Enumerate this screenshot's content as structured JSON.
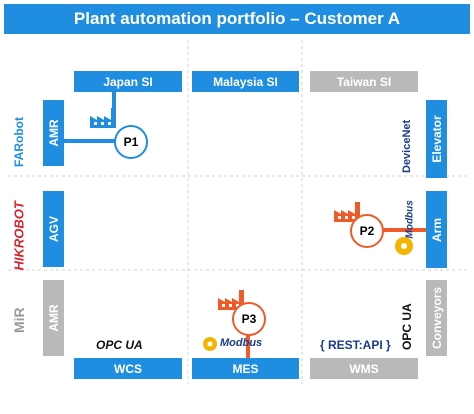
{
  "title": "Plant automation portfolio – Customer A",
  "columns": [
    "Japan SI",
    "Malaysia SI",
    "Taiwan SI"
  ],
  "left_rows": [
    "AMR",
    "AGV",
    "AMR"
  ],
  "right_rows": [
    "Elevator",
    "Arm",
    "Conveyors"
  ],
  "footer": [
    "WCS",
    "MES",
    "WMS"
  ],
  "plants": [
    "P1",
    "P2",
    "P3"
  ],
  "logos": {
    "far": "FARobot",
    "hik": "HIKROBOT",
    "mir": "MiR",
    "opc": "OPC UA",
    "modbus": "Modbus",
    "rest": "{ REST:API }",
    "devicenet": "DeviceNet"
  },
  "colors": {
    "primary": "#1f8ee0",
    "inactive": "#b9b9b9",
    "accent": "#f05a28",
    "hik_red": "#d7232b"
  }
}
